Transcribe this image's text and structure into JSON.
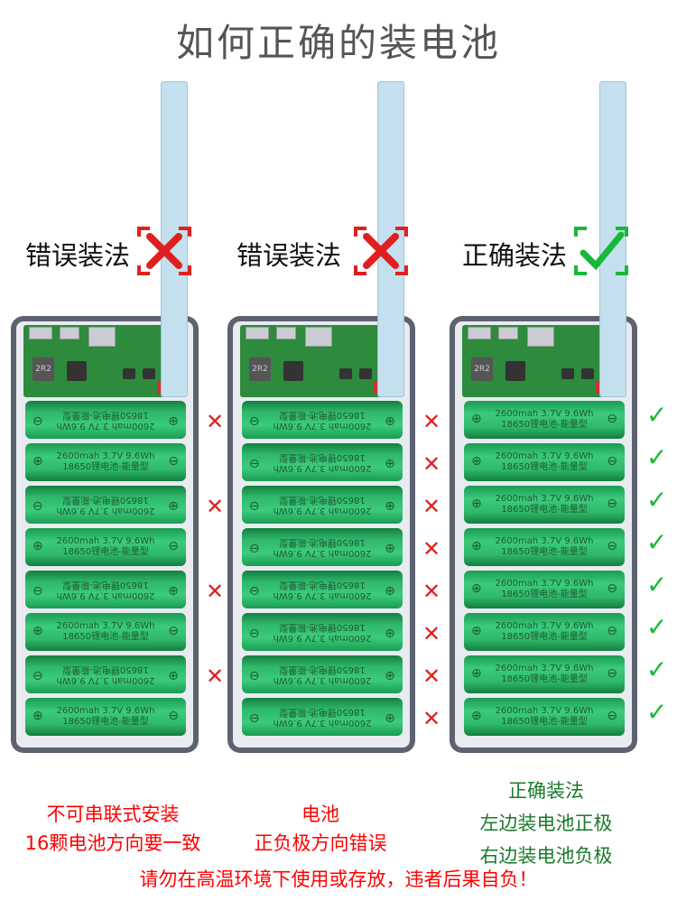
{
  "title": "如何正确的装电池",
  "labels": [
    "错误装法",
    "错误装法",
    "正确装法"
  ],
  "battery": {
    "line1": "2600mah  3.7V  9.6Wh",
    "line2": "18650锂电池-能量型",
    "plus": "⊕",
    "minus": "⊖"
  },
  "pcb_inductor": "2R2",
  "marks": {
    "wrong": "✕",
    "right": "✓"
  },
  "notes": {
    "left": [
      "不可串联式安装",
      "16颗电池方向要一致"
    ],
    "middle": [
      "电池",
      "正负极方向错误"
    ],
    "right": [
      "正确装法",
      "左边装电池正极",
      "右边装电池负极"
    ],
    "warning": "请勿在高温环境下使用或存放，违者后果自负！"
  },
  "colors": {
    "wrong": "#e02020",
    "right": "#18b838"
  }
}
